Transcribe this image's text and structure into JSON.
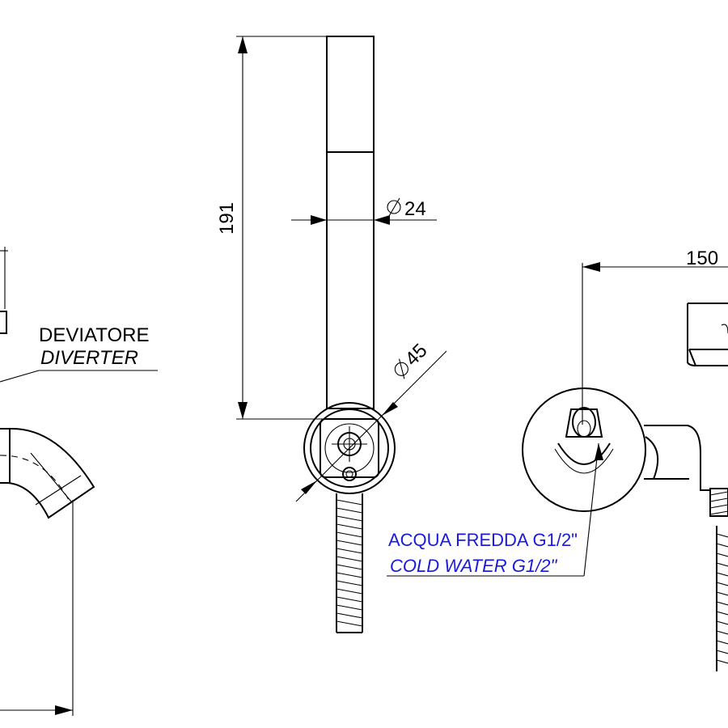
{
  "labels": {
    "diverter_it": "DEVIATORE",
    "diverter_en": "DIVERTER",
    "cold_it": "ACQUA FREDDA G1/2\"",
    "cold_en": "COLD WATER G1/2\""
  },
  "dimensions": {
    "height": "191",
    "diameter_handle": "24",
    "diameter_flange": "45",
    "width": "150"
  },
  "symbols": {
    "diameter": "diameter-symbol"
  },
  "colors": {
    "line": "#000000",
    "note": "#1a1adc"
  }
}
